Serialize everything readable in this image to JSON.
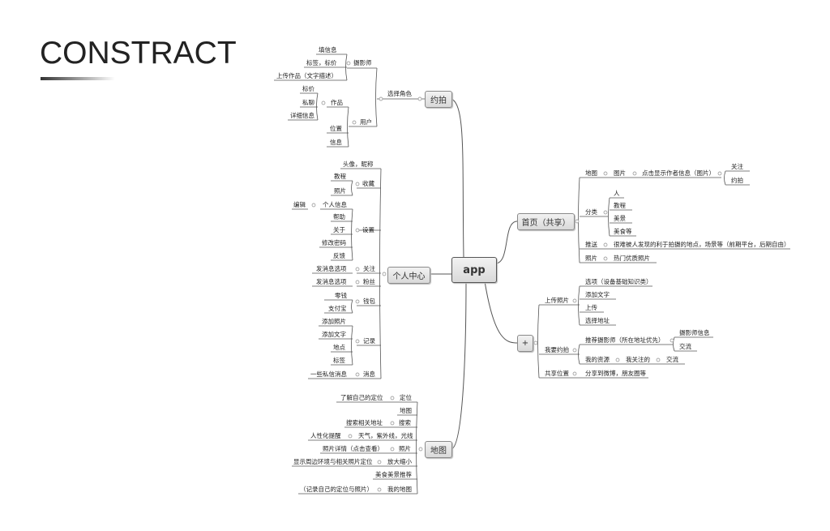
{
  "title": "CONSTRACT",
  "center": "app",
  "yuepai": {
    "label": "约拍",
    "select_role": "选择角色",
    "photographer": "摄影师",
    "photographer_items": [
      "填信息",
      "标签，标价",
      "上传作品（文字描述）"
    ],
    "user": "用户",
    "works": "作品",
    "works_items": [
      "标价",
      "私聊",
      "详细信息"
    ],
    "location": "位置",
    "info": "信息"
  },
  "personal": {
    "label": "个人中心",
    "avatar": "头像，昵称",
    "favorites": "收藏",
    "favorites_items": [
      "教程",
      "照片"
    ],
    "settings": "设置",
    "settings_items": [
      "个人信息",
      "帮助",
      "关于",
      "修改密码",
      "反馈"
    ],
    "edit": "编辑",
    "follow": "关注",
    "follow_item": "发消息选项",
    "fans": "粉丝",
    "fans_item": "发消息选项",
    "wallet": "钱包",
    "wallet_items": [
      "零钱",
      "支付宝"
    ],
    "records": "记录",
    "records_items": [
      "添加照片",
      "添加文字",
      "地点",
      "标签"
    ],
    "messages": "消息",
    "messages_item": "一些私信消息"
  },
  "map": {
    "label": "地图",
    "rows": [
      {
        "node": "定位",
        "detail": "了解自己的定位"
      },
      {
        "node": "地图",
        "detail": ""
      },
      {
        "node": "搜索",
        "detail": "搜索相关地址"
      },
      {
        "node": "天气，紫外线，光线",
        "detail": "人性化提醒"
      },
      {
        "node": "照片",
        "detail": "照片详情（点击查看）"
      },
      {
        "node": "放大缩小",
        "detail": "显示周边环境与相关照片定位"
      },
      {
        "node": "美食美景推荐",
        "detail": ""
      },
      {
        "node": "我的地图",
        "detail": "（记录自己的定位与照片）"
      }
    ]
  },
  "home": {
    "label": "首页（共享）",
    "map": "地图",
    "picture": "图片",
    "author_info": "点击显示作者信息（图片）",
    "author_items": [
      "关注",
      "约拍"
    ],
    "category": "分类",
    "category_items": [
      "人",
      "教程",
      "美景",
      "美食等"
    ],
    "push": "推送",
    "push_item": "很难被人发现的利于拍摄的地点，场景等（前期平台，后期自由）",
    "photos": "照片",
    "photos_item": "热门优质照片"
  },
  "plus": {
    "label": "+",
    "upload": "上传照片",
    "upload_items": [
      "选项（设备基础知识类）",
      "添加文字",
      "上传",
      "选择地址"
    ],
    "book": "我要约拍",
    "recommend": "推荐摄影师（所在地址优先）",
    "recommend_items": [
      "摄影师信息",
      "交流"
    ],
    "resources": "我的资源",
    "followed": "我关注的",
    "chat": "交流",
    "share": "共享位置",
    "share_item": "分享到微博，朋友圈等"
  }
}
